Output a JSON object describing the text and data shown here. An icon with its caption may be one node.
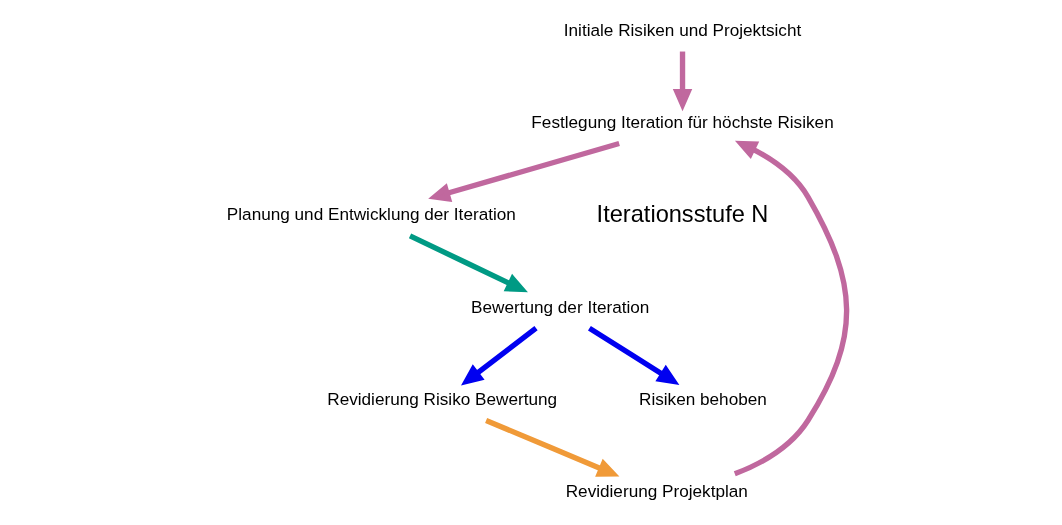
{
  "diagram": {
    "nodes": [
      {
        "text": [
          "Initiale Risiken und Projektsicht"
        ]
      },
      {
        "text": [
          "Festlegung Iteration für höchste Risiken"
        ]
      },
      {
        "text": [
          "Planung und Entwicklung der Iteration"
        ]
      },
      {
        "text": [
          "Bewertung der Iteration"
        ]
      },
      {
        "text": [
          "Revidierung Risiko Bewertung"
        ]
      },
      {
        "text": [
          "Risiken behoben"
        ]
      },
      {
        "text": [
          "Revidierung Projektplan"
        ]
      }
    ],
    "edges": [
      {
        "from": 0,
        "to": 1,
        "arrow": "to",
        "color": "#c0689e"
      },
      {
        "from": 1,
        "to": 2,
        "arrow": "to",
        "color": "#c0689e"
      },
      {
        "from": 2,
        "to": 3,
        "arrow": "to",
        "color": "#009a84"
      },
      {
        "from": 3,
        "to": 4,
        "arrow": "to",
        "color": "#0000f0"
      },
      {
        "from": 3,
        "to": 5,
        "arrow": "to",
        "color": "#0000f0"
      },
      {
        "from": 4,
        "to": 6,
        "arrow": "to",
        "color": "#f09a38"
      },
      {
        "from": 6,
        "to": 1,
        "arrow": "to",
        "color": "#c0689e"
      }
    ],
    "labels": [
      "Iterationsstufe N"
    ]
  }
}
